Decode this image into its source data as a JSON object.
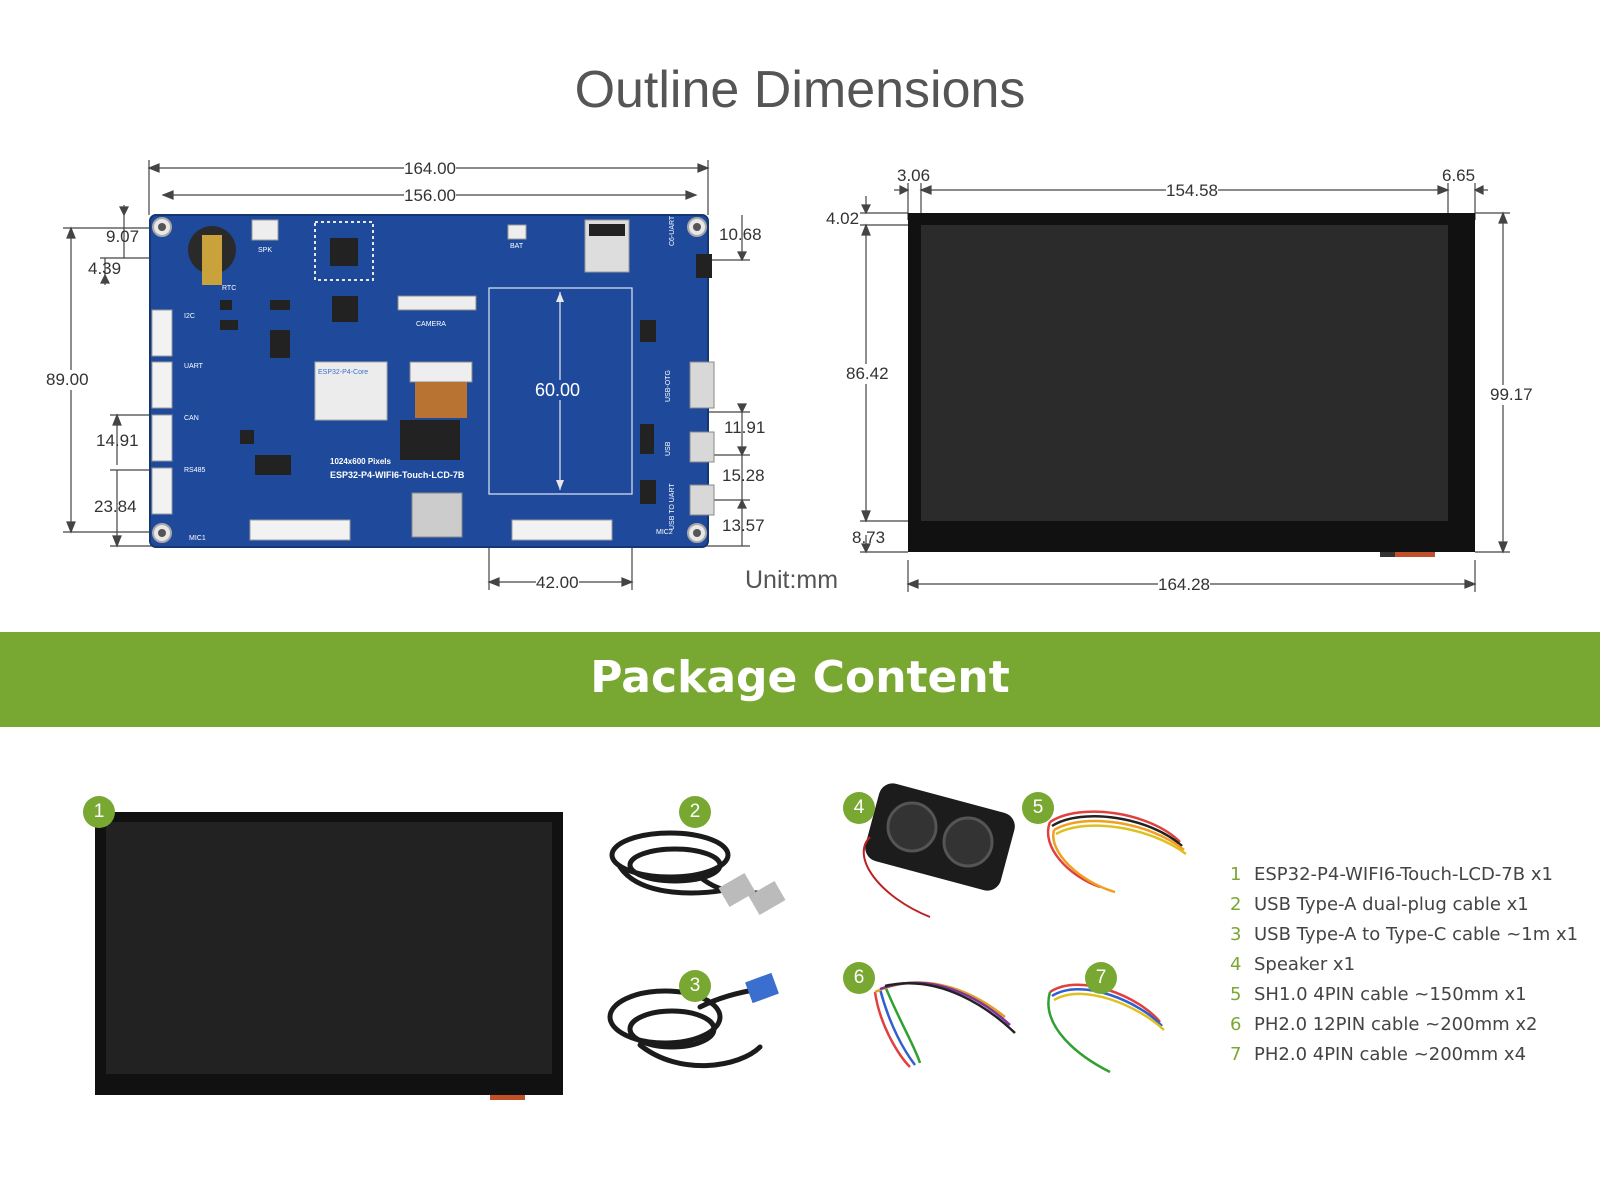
{
  "outline": {
    "title": "Outline Dimensions",
    "unit": "Unit:mm",
    "board_dims": {
      "w164": "164.00",
      "w156": "156.00",
      "d907": "9.07",
      "d439": "4.39",
      "h89": "89.00",
      "d1491": "14.91",
      "d2384": "23.84",
      "d1068": "10.68",
      "d1191": "11.91",
      "d1528": "15.28",
      "d1357": "13.57",
      "h60": "60.00",
      "w42": "42.00"
    },
    "board_silk": {
      "model": "ESP32-P4-WIFI6-Touch-LCD-7B",
      "pixels": "1024x600 Pixels",
      "module": "ESP32-P4-Core",
      "camera": "CAMERA",
      "i2c": "I2C",
      "uart": "UART",
      "can": "CAN",
      "rs485": "RS485",
      "rtc": "RTC",
      "spk": "SPK",
      "bat": "BAT",
      "mic1": "MIC1",
      "mic2": "MIC2",
      "usb_otg": "USB-OTG",
      "usb": "USB",
      "usb_to_uart": "USB TO UART",
      "c6_uart": "C6-UART"
    },
    "screen_dims": {
      "d306": "3.06",
      "w15458": "154.58",
      "d665": "6.65",
      "d402": "4.02",
      "h8642": "86.42",
      "h9917": "99.17",
      "d873": "8.73",
      "w16428": "164.28"
    }
  },
  "package": {
    "title": "Package Content",
    "items": [
      {
        "num": "1",
        "label": "ESP32-P4-WIFI6-Touch-LCD-7B x1"
      },
      {
        "num": "2",
        "label": "USB Type-A dual-plug cable x1"
      },
      {
        "num": "3",
        "label": "USB Type-A to Type-C cable ~1m x1"
      },
      {
        "num": "4",
        "label": "Speaker x1"
      },
      {
        "num": "5",
        "label": "SH1.0 4PIN cable ~150mm x1"
      },
      {
        "num": "6",
        "label": "PH2.0 12PIN cable ~200mm x2"
      },
      {
        "num": "7",
        "label": "PH2.0 4PIN cable ~200mm x4"
      }
    ]
  },
  "colors": {
    "accent_green": "#79a832",
    "board_blue": "#1f4a9c",
    "screen_black": "#111111"
  }
}
